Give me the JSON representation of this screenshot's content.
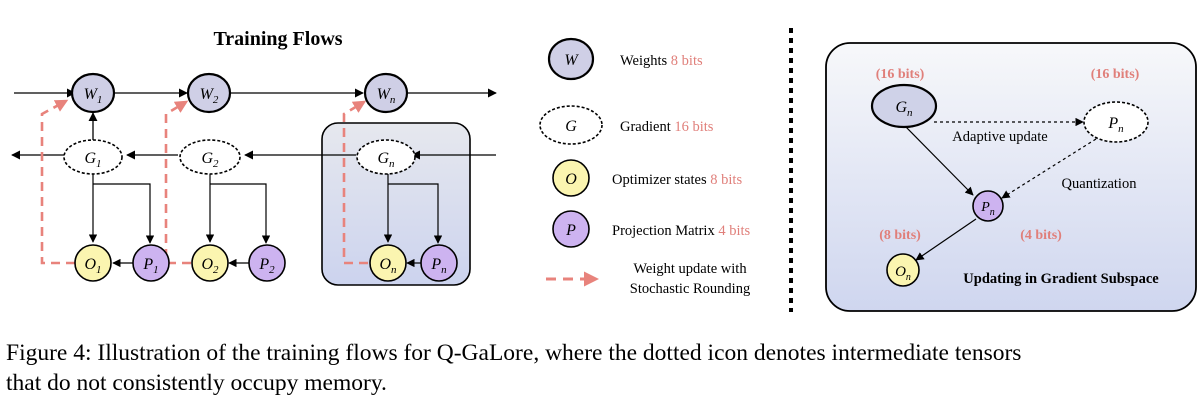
{
  "training_flows": {
    "title": "Training Flows",
    "nodes": [
      {
        "base": "W",
        "sub": "1"
      },
      {
        "base": "W",
        "sub": "2"
      },
      {
        "base": "W",
        "sub": "n"
      },
      {
        "base": "G",
        "sub": "1"
      },
      {
        "base": "G",
        "sub": "2"
      },
      {
        "base": "G",
        "sub": "n"
      },
      {
        "base": "O",
        "sub": "1"
      },
      {
        "base": "P",
        "sub": "1"
      },
      {
        "base": "O",
        "sub": "2"
      },
      {
        "base": "P",
        "sub": "2"
      },
      {
        "base": "O",
        "sub": "n"
      },
      {
        "base": "P",
        "sub": "n"
      }
    ]
  },
  "legend": {
    "items": [
      {
        "symbol": "W",
        "label": "Weights",
        "bits": "8 bits"
      },
      {
        "symbol": "G",
        "label": "Gradient",
        "bits": "16 bits"
      },
      {
        "symbol": "O",
        "label": "Optimizer states",
        "bits": "8 bits"
      },
      {
        "symbol": "P",
        "label": "Projection Matrix",
        "bits": "4 bits"
      }
    ],
    "update_label_line1": "Weight update with",
    "update_label_line2": "Stochastic Rounding"
  },
  "subspace": {
    "title": "Updating in Gradient Subspace",
    "g_node": {
      "base": "G",
      "sub": "n"
    },
    "p_top_node": {
      "base": "P",
      "sub": "n"
    },
    "p_mid_node": {
      "base": "P",
      "sub": "n"
    },
    "o_node": {
      "base": "O",
      "sub": "n"
    },
    "g_bits": "(16 bits)",
    "p_top_bits": "(16 bits)",
    "o_bits": "(8 bits)",
    "p_mid_bits": "(4 bits)",
    "adaptive_label": "Adaptive update",
    "quant_label": "Quantization"
  },
  "caption": {
    "line1": "Figure 4: Illustration of the training flows for Q-GaLore, where the dotted icon denotes intermediate tensors",
    "line2": "that do not consistently occupy memory."
  },
  "colors": {
    "weight_fill": "#cfcfe6",
    "gradient_fill": "#ffffff",
    "optimizer_fill": "#fbf5b0",
    "projection_fill": "#cdb3f0",
    "bits_accent": "#e07f7a",
    "update_arrow": "#e8837c",
    "panel_top": "#f7f8fa",
    "panel_bottom": "#cfd6ef"
  }
}
